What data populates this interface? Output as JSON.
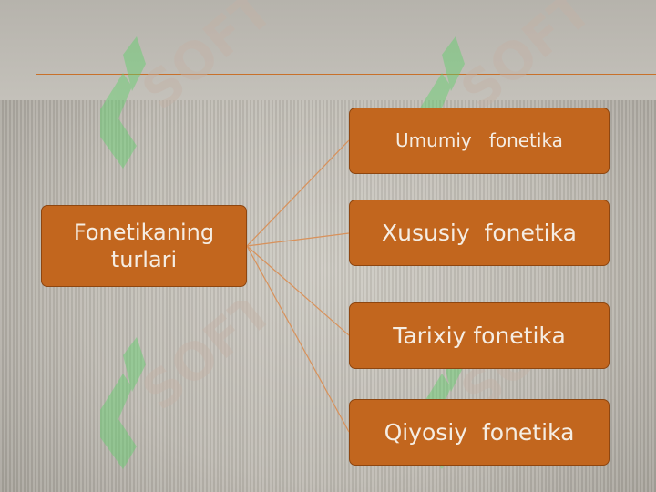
{
  "diagram": {
    "source": {
      "label": "Fonetikaning\nturlari"
    },
    "targets": [
      {
        "label": "Umumiy   fonetika"
      },
      {
        "label": "Xususiy  fonetika"
      },
      {
        "label": "Tarixiy fonetika"
      },
      {
        "label": "Qiyosiy  fonetika"
      }
    ],
    "connector_color": "#d8915a"
  },
  "theme": {
    "box_fill": "#c2661e",
    "box_border": "#8e4610",
    "box_text": "#f5ede3",
    "rule_color": "#c8702a"
  },
  "watermark": {
    "text": "SOFT",
    "color": "#5fd06a"
  }
}
